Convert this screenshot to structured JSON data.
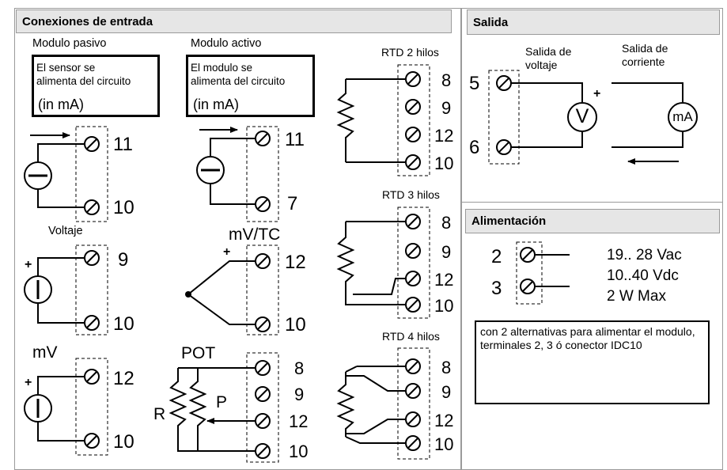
{
  "headers": {
    "inputs": "Conexiones de entrada",
    "output": "Salida",
    "power": "Alimentación"
  },
  "inputs": {
    "passive": {
      "title": "Modulo pasivo",
      "box_line1": "El sensor se",
      "box_line2": "alimenta del circuito",
      "box_unit": "(in mA)",
      "terminal_top": "11",
      "terminal_bottom": "10"
    },
    "active": {
      "title": "Modulo activo",
      "box_line1": "El modulo se",
      "box_line2": "alimenta del circuito",
      "box_unit": "(in mA)",
      "terminal_top": "11",
      "terminal_bottom": "7"
    },
    "voltage": {
      "title": "Voltaje",
      "terminal_top": "9",
      "terminal_bottom": "10",
      "polarity": "+"
    },
    "mvtc": {
      "title": "mV/TC",
      "terminal_top": "12",
      "terminal_bottom": "10",
      "polarity": "+"
    },
    "mv": {
      "title": "mV",
      "terminal_top": "12",
      "terminal_bottom": "10",
      "polarity": "+"
    },
    "pot": {
      "title": "POT",
      "r_label": "R",
      "p_label": "P",
      "terminals": [
        "8",
        "9",
        "12",
        "10"
      ]
    },
    "rtd2": {
      "title": "RTD 2 hilos",
      "terminals": [
        "8",
        "9",
        "12",
        "10"
      ]
    },
    "rtd3": {
      "title": "RTD 3 hilos",
      "terminals": [
        "8",
        "9",
        "12",
        "10"
      ]
    },
    "rtd4": {
      "title": "RTD 4 hilos",
      "terminals": [
        "8",
        "9",
        "12",
        "10"
      ]
    }
  },
  "output": {
    "voltage_label_1": "Salida de",
    "voltage_label_2": "voltaje",
    "current_label_1": "Salida de",
    "current_label_2": "corriente",
    "terminal_top": "5",
    "terminal_bottom": "6",
    "voltmeter": "V",
    "ammeter": "mA",
    "polarity": "+"
  },
  "power": {
    "terminal_top": "2",
    "terminal_bottom": "3",
    "spec_ac": "19.. 28 Vac",
    "spec_dc": "10..40 Vdc",
    "spec_power": "2 W Max",
    "note": "con 2 alternativas para alimentar el modulo, terminales 2, 3 ó conector IDC10"
  },
  "colors": {
    "header_bg": "#e6e6e6",
    "panel_border": "#9a9a9a",
    "ink": "#000000"
  }
}
